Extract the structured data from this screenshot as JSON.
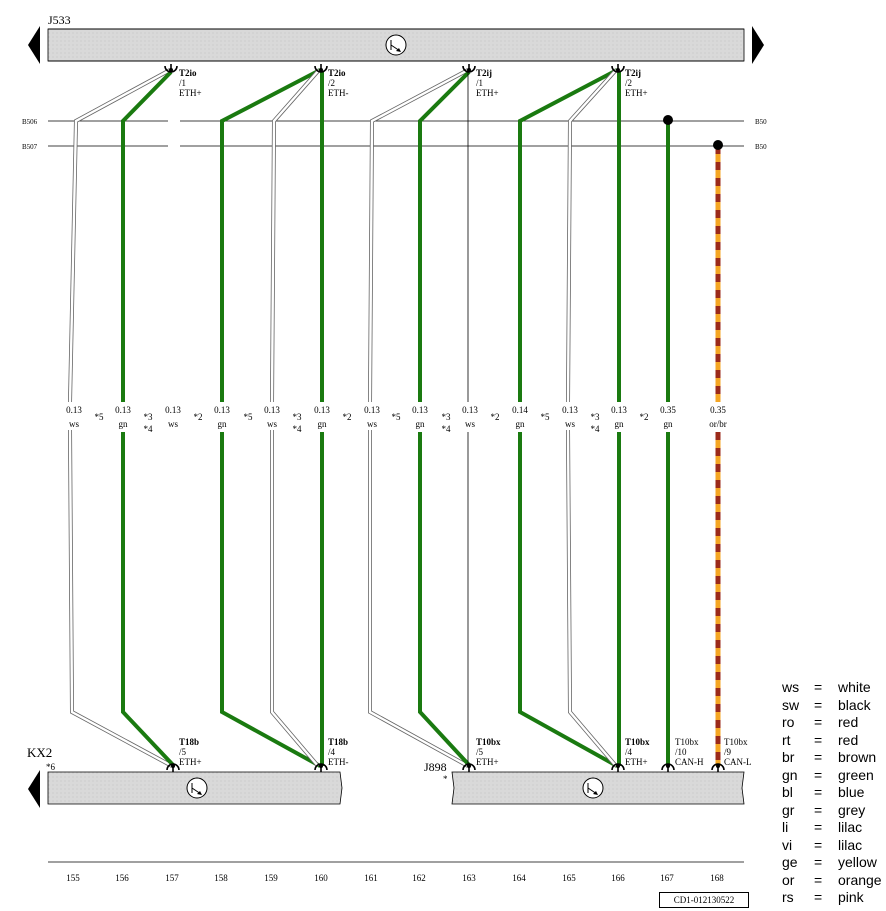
{
  "ecu_top": "J533",
  "ecu_bottom_left": "KX2",
  "ecu_bottom_left_note": "*6",
  "ecu_bottom_right": "J898",
  "ecu_bottom_right_note": "*",
  "busbars": [
    {
      "left": "B506",
      "right": "B50"
    },
    {
      "left": "B507",
      "right": "B50"
    }
  ],
  "top_connectors": [
    {
      "name": "T2io",
      "pin": "/1",
      "signal": "ETH+"
    },
    {
      "name": "T2io",
      "pin": "/2",
      "signal": "ETH-"
    },
    {
      "name": "T2ij",
      "pin": "/1",
      "signal": "ETH+"
    },
    {
      "name": "T2ij",
      "pin": "/2",
      "signal": "ETH+"
    }
  ],
  "bottom_connectors": [
    {
      "name": "T18b",
      "pin": "/5",
      "signal": "ETH+"
    },
    {
      "name": "T18b",
      "pin": "/4",
      "signal": "ETH-"
    },
    {
      "name": "T10bx",
      "pin": "/5",
      "signal": "ETH+"
    },
    {
      "name": "T10bx",
      "pin": "/4",
      "signal": "ETH+"
    },
    {
      "name": "T10bx",
      "pin": "/10",
      "signal": "CAN-H"
    },
    {
      "name": "T10bx",
      "pin": "/9",
      "signal": "CAN-L"
    }
  ],
  "wire_labels": [
    {
      "size": "0.13",
      "color": "ws"
    },
    {
      "size": "0.13",
      "color": "gn"
    },
    {
      "size": "0.13",
      "color": "ws"
    },
    {
      "size": "0.13",
      "color": "gn"
    },
    {
      "size": "0.13",
      "color": "ws"
    },
    {
      "size": "0.13",
      "color": "gn"
    },
    {
      "size": "0.13",
      "color": "ws"
    },
    {
      "size": "0.13",
      "color": "gn"
    },
    {
      "size": "0.13",
      "color": "ws"
    },
    {
      "size": "0.14",
      "color": "gn"
    },
    {
      "size": "0.13",
      "color": "ws"
    },
    {
      "size": "0.13",
      "color": "gn"
    },
    {
      "size": "0.35",
      "color": "gn"
    },
    {
      "size": "0.35",
      "color": "or/br"
    }
  ],
  "notes": [
    "*5",
    "*3",
    "*4",
    "*2",
    "*5",
    "*3",
    "*4",
    "*2",
    "*5",
    "*3",
    "*4",
    "*2",
    "*5",
    "*3",
    "*4",
    "*2"
  ],
  "track_numbers": [
    "155",
    "156",
    "157",
    "158",
    "159",
    "160",
    "161",
    "162",
    "163",
    "164",
    "165",
    "166",
    "167",
    "168"
  ],
  "legend": [
    {
      "code": "ws",
      "eq": "=",
      "name": "white"
    },
    {
      "code": "sw",
      "eq": "=",
      "name": "black"
    },
    {
      "code": "ro",
      "eq": "=",
      "name": "red"
    },
    {
      "code": "rt",
      "eq": "=",
      "name": "red"
    },
    {
      "code": "br",
      "eq": "=",
      "name": "brown"
    },
    {
      "code": "gn",
      "eq": "=",
      "name": "green"
    },
    {
      "code": "bl",
      "eq": "=",
      "name": "blue"
    },
    {
      "code": "gr",
      "eq": "=",
      "name": "grey"
    },
    {
      "code": "li",
      "eq": "=",
      "name": "lilac"
    },
    {
      "code": "vi",
      "eq": "=",
      "name": "lilac"
    },
    {
      "code": "ge",
      "eq": "=",
      "name": "yellow"
    },
    {
      "code": "or",
      "eq": "=",
      "name": "orange"
    },
    {
      "code": "rs",
      "eq": "=",
      "name": "pink"
    }
  ],
  "doc_id": "CD1-012130522",
  "colors": {
    "green": "#1a7a10",
    "white_wire": "#ffffff",
    "orange": "#f5a623",
    "brown": "#9b2a1a",
    "ecu_fill": "#d9d9d9"
  }
}
